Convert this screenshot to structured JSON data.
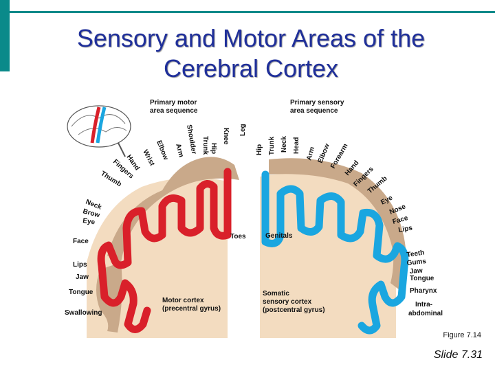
{
  "title_line1": "Sensory and Motor Areas of the",
  "title_line2": "Cerebral Cortex",
  "motor": {
    "heading1": "Primary motor",
    "heading2": "area sequence",
    "rotated_labels": [
      "Toes",
      "Knee",
      "Hip",
      "Trunk",
      "Shoulder",
      "Arm",
      "Elbow",
      "Wrist",
      "Hand",
      "Fingers",
      "Thumb",
      "Neck",
      "Brow",
      "Eye"
    ],
    "left_labels": [
      "Face",
      "Lips",
      "Jaw",
      "Tongue",
      "Swallowing"
    ],
    "cortex_label1": "Motor cortex",
    "cortex_label2": "(precentral gyrus)"
  },
  "sensory": {
    "heading1": "Primary sensory",
    "heading2": "area sequence",
    "rotated_labels": [
      "Leg",
      "Hip",
      "Trunk",
      "Neck",
      "Head",
      "Arm",
      "Elbow",
      "Forearm",
      "Hand",
      "Fingers",
      "Thumb",
      "Eye",
      "Nose",
      "Face",
      "Lips",
      "Teeth",
      "Gums",
      "Jaw",
      "Tongue",
      "Pharynx"
    ],
    "genitals": "Genitals",
    "intra1": "Intra-",
    "intra2": "abdominal",
    "cortex_label1": "Somatic",
    "cortex_label2": "sensory cortex",
    "cortex_label3": "(postcentral gyrus)"
  },
  "figure_caption": "Figure 7.14",
  "slide_number": "Slide 7.31",
  "colors": {
    "title": "#1f2f9a",
    "accent": "#0a8a8a",
    "motor": "#d9202a",
    "sensory": "#1aa6e0",
    "tissue": "#f3dcc0",
    "homunculus": "#c9a98a"
  }
}
